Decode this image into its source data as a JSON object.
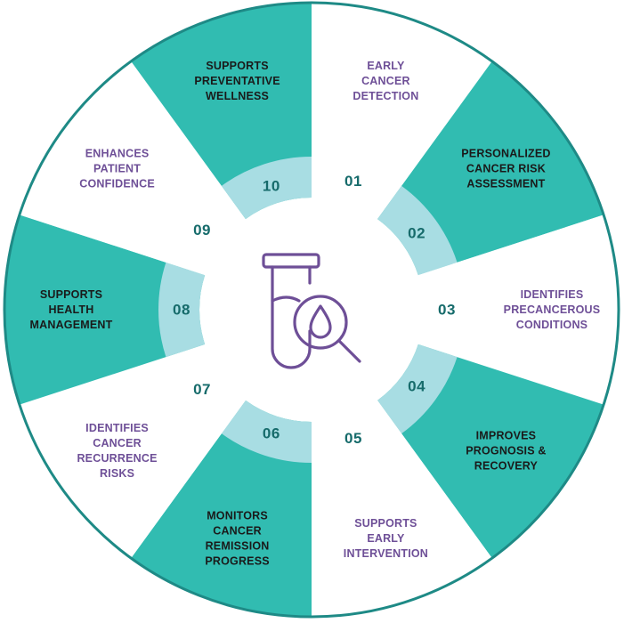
{
  "colors": {
    "teal": "#31bcb1",
    "light_teal": "#a8dde3",
    "white": "#ffffff",
    "border": "#1e8a86",
    "number": "#166b6b",
    "purple": "#6e4f97",
    "dark_text": "#1a1a1a",
    "icon": "#6e4f97"
  },
  "center_icon": "test-tube-magnifier-drop-icon",
  "segments": [
    {
      "number": "01",
      "lines": [
        "EARLY",
        "CANCER",
        "DETECTION"
      ],
      "fill": "white"
    },
    {
      "number": "02",
      "lines": [
        "PERSONALIZED",
        "CANCER RISK",
        "ASSESSMENT"
      ],
      "fill": "teal"
    },
    {
      "number": "03",
      "lines": [
        "IDENTIFIES",
        "PRECANCEROUS",
        "CONDITIONS"
      ],
      "fill": "white"
    },
    {
      "number": "04",
      "lines": [
        "IMPROVES",
        "PROGNOSIS &",
        "RECOVERY"
      ],
      "fill": "teal"
    },
    {
      "number": "05",
      "lines": [
        "SUPPORTS",
        "EARLY",
        "INTERVENTION"
      ],
      "fill": "white"
    },
    {
      "number": "06",
      "lines": [
        "MONITORS",
        "CANCER",
        "REMISSION",
        "PROGRESS"
      ],
      "fill": "teal"
    },
    {
      "number": "07",
      "lines": [
        "IDENTIFIES",
        "CANCER",
        "RECURRENCE",
        "RISKS"
      ],
      "fill": "white"
    },
    {
      "number": "08",
      "lines": [
        "SUPPORTS",
        "HEALTH",
        "MANAGEMENT"
      ],
      "fill": "teal"
    },
    {
      "number": "09",
      "lines": [
        "ENHANCES",
        "PATIENT",
        "CONFIDENCE"
      ],
      "fill": "white"
    },
    {
      "number": "10",
      "lines": [
        "SUPPORTS",
        "PREVENTATIVE",
        "WELLNESS"
      ],
      "fill": "teal"
    }
  ]
}
